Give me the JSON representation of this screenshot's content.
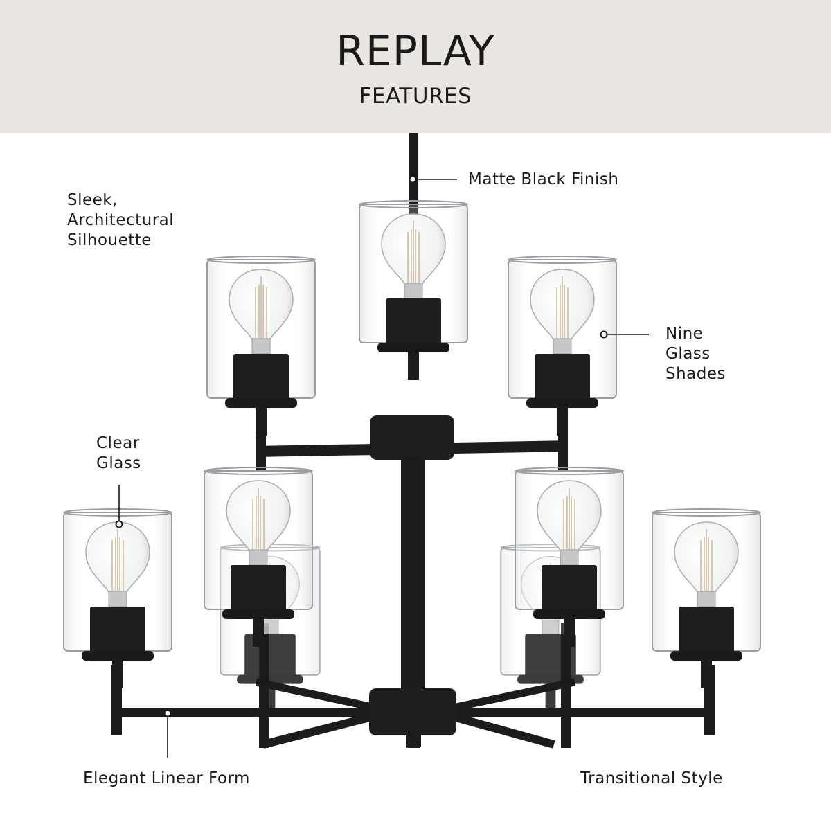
{
  "header": {
    "title": "REPLAY",
    "subtitle": "FEATURES"
  },
  "callouts": {
    "matte_black_finish": "Matte Black Finish",
    "sleek_silhouette": "Sleek,\nArchitectural\nSilhouette",
    "nine_glass_shades": "Nine\nGlass\nShades",
    "clear_glass": "Clear\nGlass",
    "elegant_linear_form": "Elegant Linear Form",
    "transitional_style": "Transitional Style"
  },
  "colors": {
    "header_bg": "#e9e6e2",
    "finish": "#1c1c1c",
    "text": "#1a1a1a"
  }
}
